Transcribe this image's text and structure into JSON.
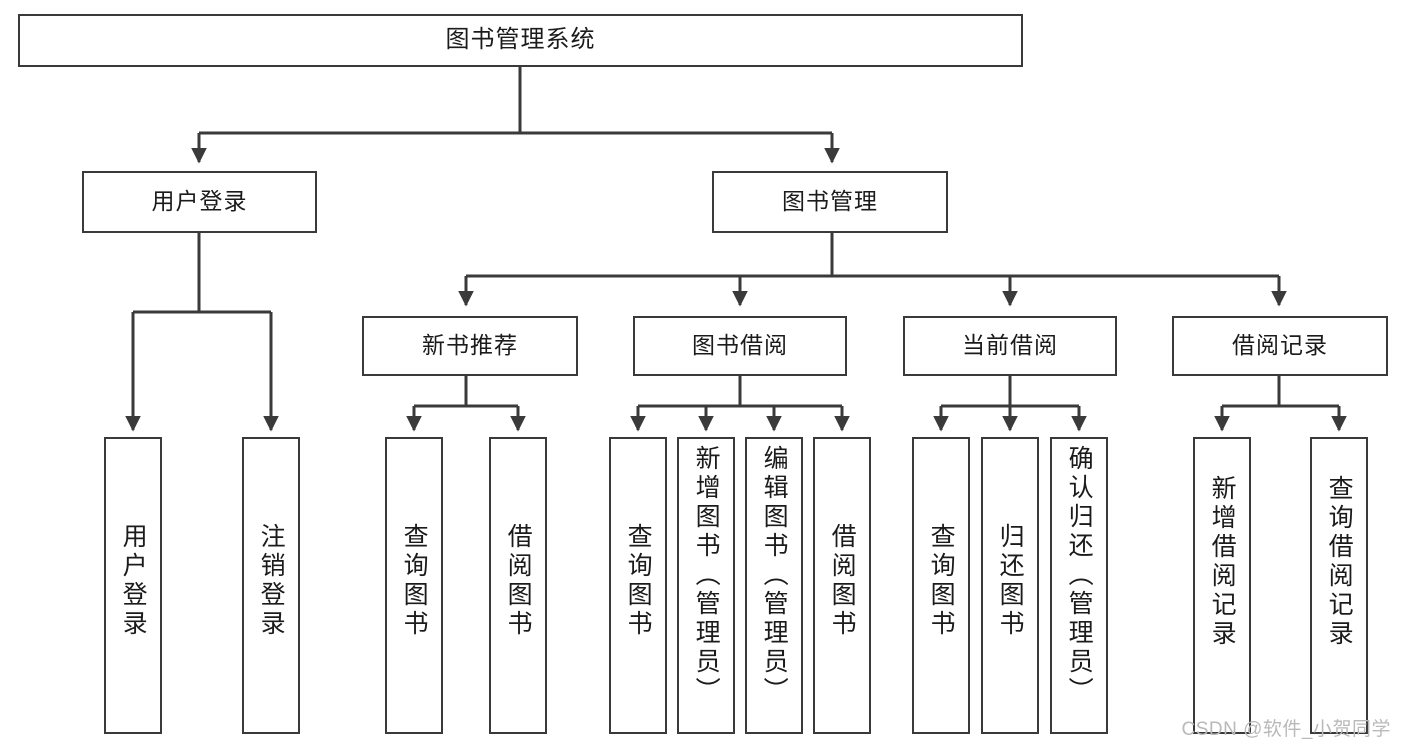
{
  "diagram": {
    "type": "tree",
    "title": "图书管理系统",
    "orientation": "top-down",
    "watermark": "CSDN @软件_小贺同学",
    "colors": {
      "box_border": "#3a3a3a",
      "box_fill": "#ffffff",
      "connector": "#3a3a3a",
      "text": "#1b1b1b",
      "watermark": "#b9b9b9"
    },
    "root": {
      "label": "图书管理系统"
    },
    "level2": [
      {
        "label": "用户登录"
      },
      {
        "label": "图书管理"
      }
    ],
    "level3": [
      {
        "label": "新书推荐"
      },
      {
        "label": "图书借阅"
      },
      {
        "label": "当前借阅"
      },
      {
        "label": "借阅记录"
      }
    ],
    "leaves": {
      "user_login": [
        {
          "label": "用户登录"
        },
        {
          "label": "注销登录"
        }
      ],
      "new_book_recommend": [
        {
          "label": "查询图书"
        },
        {
          "label": "借阅图书"
        }
      ],
      "book_borrow": [
        {
          "label": "查询图书"
        },
        {
          "label": "新增图书（管理员）"
        },
        {
          "label": "编辑图书（管理员）"
        },
        {
          "label": "借阅图书"
        }
      ],
      "current_borrow": [
        {
          "label": "查询图书"
        },
        {
          "label": "归还图书"
        },
        {
          "label": "确认归还（管理员）"
        }
      ],
      "borrow_record": [
        {
          "label": "新增借阅记录"
        },
        {
          "label": "查询借阅记录"
        }
      ]
    }
  }
}
